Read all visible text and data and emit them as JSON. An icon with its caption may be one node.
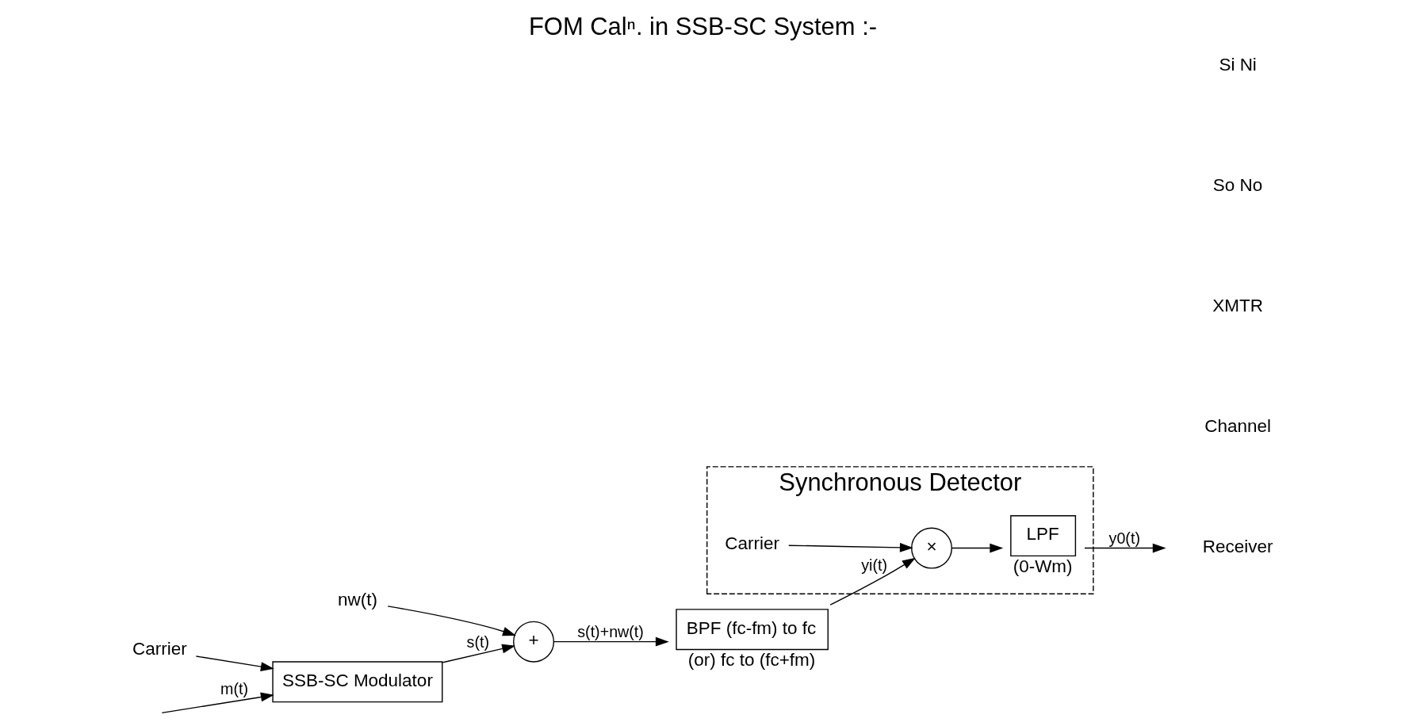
{
  "diagram": {
    "title": "FOM Calⁿ. in SSB-SC System :-",
    "nodes": [
      {
        "text": [
          "SSB-SC Modulator"
        ]
      },
      {
        "text": [
          "Carrier"
        ]
      },
      {
        "text": [
          "+"
        ]
      },
      {
        "text": [
          "nw(t)"
        ]
      },
      {
        "text": [
          "BPF (fc-fm) to fc"
        ],
        "beside": [
          "(or) fc to (fc+fm)"
        ]
      },
      {
        "text": [
          "Synchronous Detector"
        ]
      },
      {
        "text": [
          "×"
        ],
        "in": 5
      },
      {
        "text": [
          "Carrier"
        ],
        "in": 5
      },
      {
        "text": [
          "LPF"
        ],
        "in": 5,
        "beside": [
          "(0-Wm)"
        ]
      }
    ],
    "edges": [
      {
        "from": null,
        "to": 0,
        "arrow": "to",
        "label": "m(t)"
      },
      {
        "from": 1,
        "to": 0,
        "arrow": "to"
      },
      {
        "from": 0,
        "to": 2,
        "arrow": "to",
        "label": "s(t)"
      },
      {
        "from": 3,
        "to": 2,
        "arrow": "to"
      },
      {
        "from": 2,
        "to": 4,
        "arrow": "to",
        "label": "s(t)+nw(t)"
      },
      {
        "from": 4,
        "to": 6,
        "arrow": "to",
        "label": "yi(t)"
      },
      {
        "from": 7,
        "to": 6,
        "arrow": "to"
      },
      {
        "from": 6,
        "to": 8,
        "arrow": "to"
      },
      {
        "from": 8,
        "to": null,
        "arrow": "to",
        "label": "y0(t)"
      }
    ],
    "labels": [
      "Si Ni",
      "So No",
      "XMTR",
      "Channel",
      "Receiver"
    ]
  }
}
